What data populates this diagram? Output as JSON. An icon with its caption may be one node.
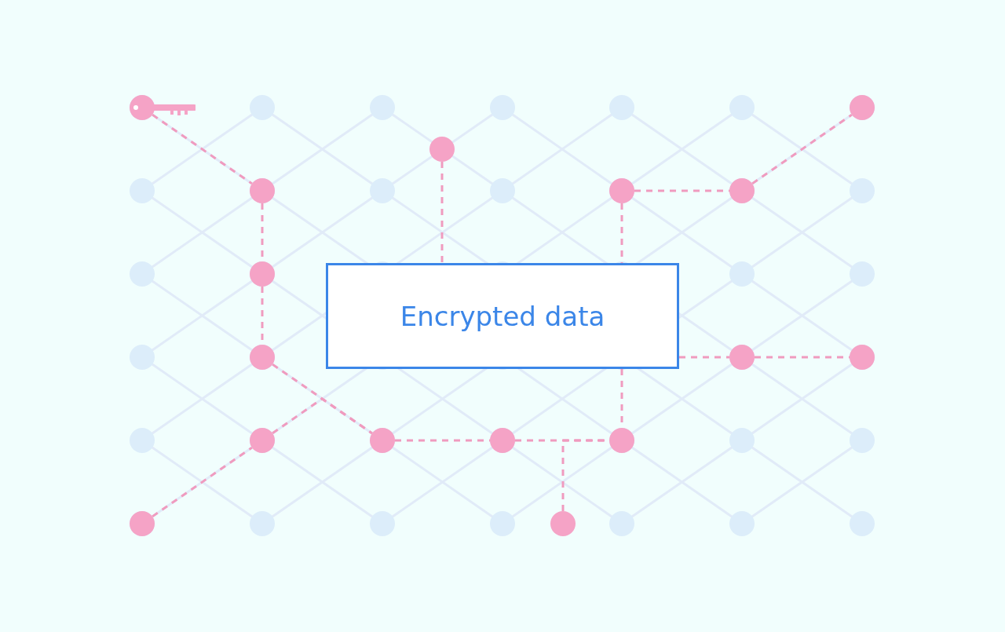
{
  "diagram": {
    "nodes": [
      {
        "text": [],
        "shape": "key"
      },
      {
        "text": [],
        "shape": "circle"
      },
      {
        "text": [],
        "shape": "circle"
      },
      {
        "text": [],
        "shape": "circle"
      },
      {
        "text": [],
        "shape": "circle"
      },
      {
        "text": [],
        "shape": "circle"
      },
      {
        "text": [],
        "shape": "circle"
      },
      {
        "text": [
          "Encrypted data"
        ]
      },
      {
        "text": [],
        "shape": "circle"
      },
      {
        "text": [],
        "shape": "circle"
      },
      {
        "text": [],
        "shape": "circle"
      },
      {
        "text": [],
        "shape": "circle"
      },
      {
        "text": [],
        "shape": "circle"
      },
      {
        "text": [],
        "shape": "circle"
      },
      {
        "text": [],
        "shape": "circle"
      },
      {
        "text": [],
        "shape": "circle"
      },
      {
        "text": [],
        "shape": "circle"
      }
    ],
    "edges": [
      {
        "from": 0,
        "to": 3,
        "arrow": "none",
        "style": "dashed"
      },
      {
        "from": 3,
        "to": 6,
        "arrow": "none",
        "style": "dashed"
      },
      {
        "from": 6,
        "to": 8,
        "arrow": "none",
        "style": "dashed"
      },
      {
        "from": 8,
        "to": 12,
        "arrow": "none",
        "style": "dashed"
      },
      {
        "from": 12,
        "to": 13,
        "arrow": "none",
        "style": "dashed"
      },
      {
        "from": 13,
        "to": 14,
        "arrow": "none",
        "style": "dashed"
      },
      {
        "from": 15,
        "to": 11,
        "arrow": "none",
        "style": "dashed"
      },
      {
        "from": 11,
        "to": 12,
        "arrow": "none",
        "style": "dashed"
      },
      {
        "from": 2,
        "to": 7,
        "arrow": "none",
        "style": "dashed"
      },
      {
        "from": 4,
        "to": 7,
        "arrow": "none",
        "style": "dashed"
      },
      {
        "from": 4,
        "to": 5,
        "arrow": "none",
        "style": "dashed"
      },
      {
        "from": 5,
        "to": 1,
        "arrow": "none",
        "style": "dashed"
      },
      {
        "from": 7,
        "to": 9,
        "arrow": "none",
        "style": "dashed"
      },
      {
        "from": 9,
        "to": 10,
        "arrow": "none",
        "style": "dashed"
      },
      {
        "from": 7,
        "to": 14,
        "arrow": "none",
        "style": "dashed"
      },
      {
        "from": 16,
        "to": 14,
        "arrow": "none",
        "style": "dashed"
      }
    ]
  }
}
